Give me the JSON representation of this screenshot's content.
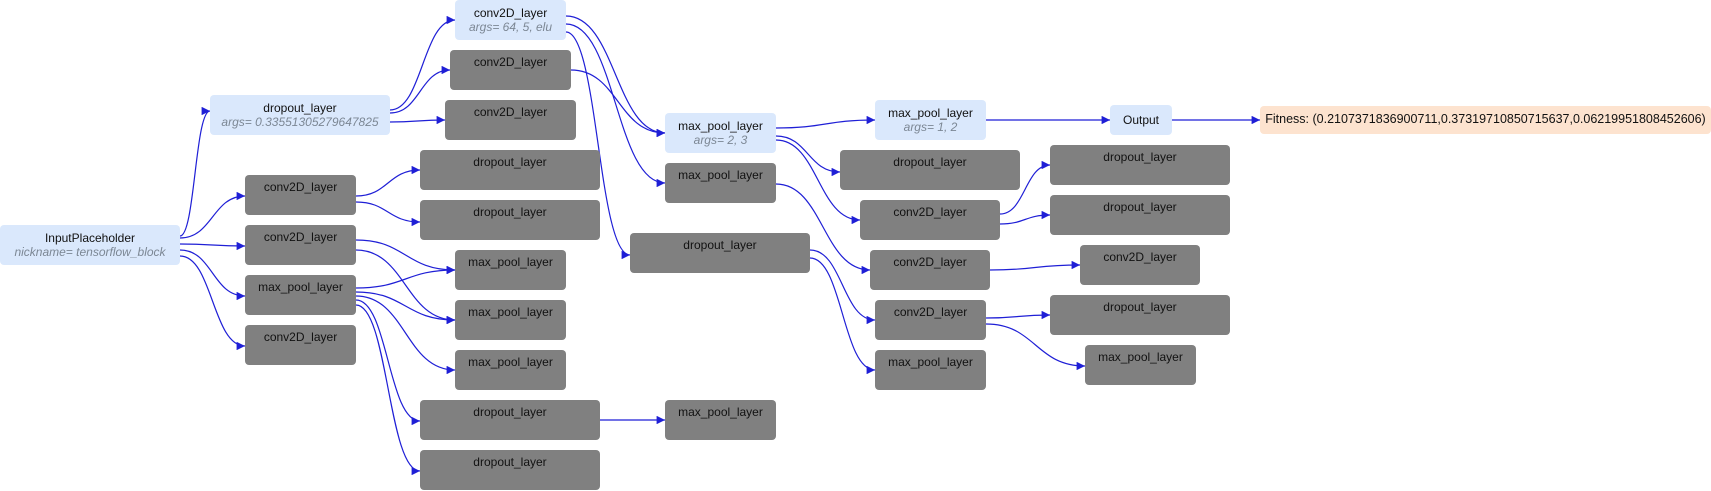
{
  "nodes": {
    "input": {
      "label": "InputPlaceholder",
      "arg": "nickname= tensorflow_block"
    },
    "c1_drop": {
      "label": "dropout_layer",
      "arg": "args= 0.33551305279647825"
    },
    "c1_conv_a": {
      "label": "conv2D_layer"
    },
    "c1_conv_b": {
      "label": "conv2D_layer"
    },
    "c1_pool": {
      "label": "max_pool_layer"
    },
    "c1_conv_c": {
      "label": "conv2D_layer"
    },
    "c2_conv_a": {
      "label": "conv2D_layer",
      "arg": "args= 64, 5, elu"
    },
    "c2_conv_b": {
      "label": "conv2D_layer"
    },
    "c2_conv_c": {
      "label": "conv2D_layer"
    },
    "c2_drop_a": {
      "label": "dropout_layer"
    },
    "c2_drop_b": {
      "label": "dropout_layer"
    },
    "c2_pool_a": {
      "label": "max_pool_layer"
    },
    "c2_pool_b": {
      "label": "max_pool_layer"
    },
    "c2_pool_c": {
      "label": "max_pool_layer"
    },
    "c2_drop_c": {
      "label": "dropout_layer"
    },
    "c2_drop_d": {
      "label": "dropout_layer"
    },
    "c3_pool_a": {
      "label": "max_pool_layer",
      "arg": "args= 2, 3"
    },
    "c3_pool_b": {
      "label": "max_pool_layer"
    },
    "c3_drop": {
      "label": "dropout_layer"
    },
    "c3_pool_c": {
      "label": "max_pool_layer"
    },
    "c4_pool": {
      "label": "max_pool_layer",
      "arg": "args= 1, 2"
    },
    "c4_drop": {
      "label": "dropout_layer"
    },
    "c4_conv_a": {
      "label": "conv2D_layer"
    },
    "c4_conv_b": {
      "label": "conv2D_layer"
    },
    "c4_conv_c": {
      "label": "conv2D_layer"
    },
    "c4_pool_b": {
      "label": "max_pool_layer"
    },
    "c5_drop_a": {
      "label": "dropout_layer"
    },
    "c5_drop_b": {
      "label": "dropout_layer"
    },
    "c5_conv": {
      "label": "conv2D_layer"
    },
    "c5_drop_c": {
      "label": "dropout_layer"
    },
    "c5_pool": {
      "label": "max_pool_layer"
    },
    "output": {
      "label": "Output"
    },
    "fitness": {
      "label": "Fitness: (0.2107371836900711,0.37319710850715637,0.06219951808452606)"
    }
  },
  "colors": {
    "edge": "#1f1fd6",
    "active_node": "#dae8fc",
    "inactive_node": "#808080",
    "fitness_node": "#fde3cf"
  }
}
